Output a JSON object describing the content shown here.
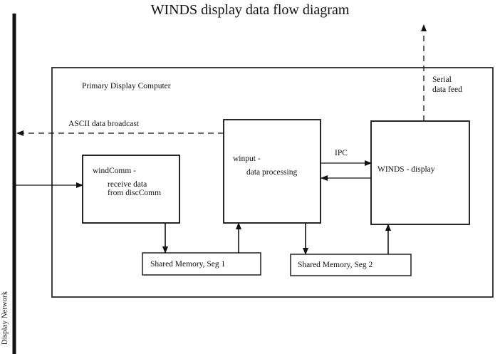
{
  "title": "WINDS display data flow diagram",
  "network": {
    "label": "Display Network"
  },
  "container": {
    "label": "Primary Display Computer"
  },
  "nodes": {
    "windcomm": {
      "line1": "windComm -",
      "line2": "receive data",
      "line3": "from discComm"
    },
    "winput": {
      "line1": "winput -",
      "line2": "data processing"
    },
    "winds_display": {
      "line1": "WINDS - display"
    },
    "shm1": {
      "label": "Shared Memory, Seg 1"
    },
    "shm2": {
      "label": "Shared Memory, Seg 2"
    }
  },
  "edges": {
    "ascii_broadcast": {
      "label": "ASCII data broadcast",
      "style": "dashed"
    },
    "ipc": {
      "label": "IPC",
      "style": "solid"
    },
    "serial_feed": {
      "label_line1": "Serial",
      "label_line2": "data feed",
      "style": "dashed"
    }
  },
  "colors": {
    "ink": "#111111",
    "background": "#ffffff"
  }
}
